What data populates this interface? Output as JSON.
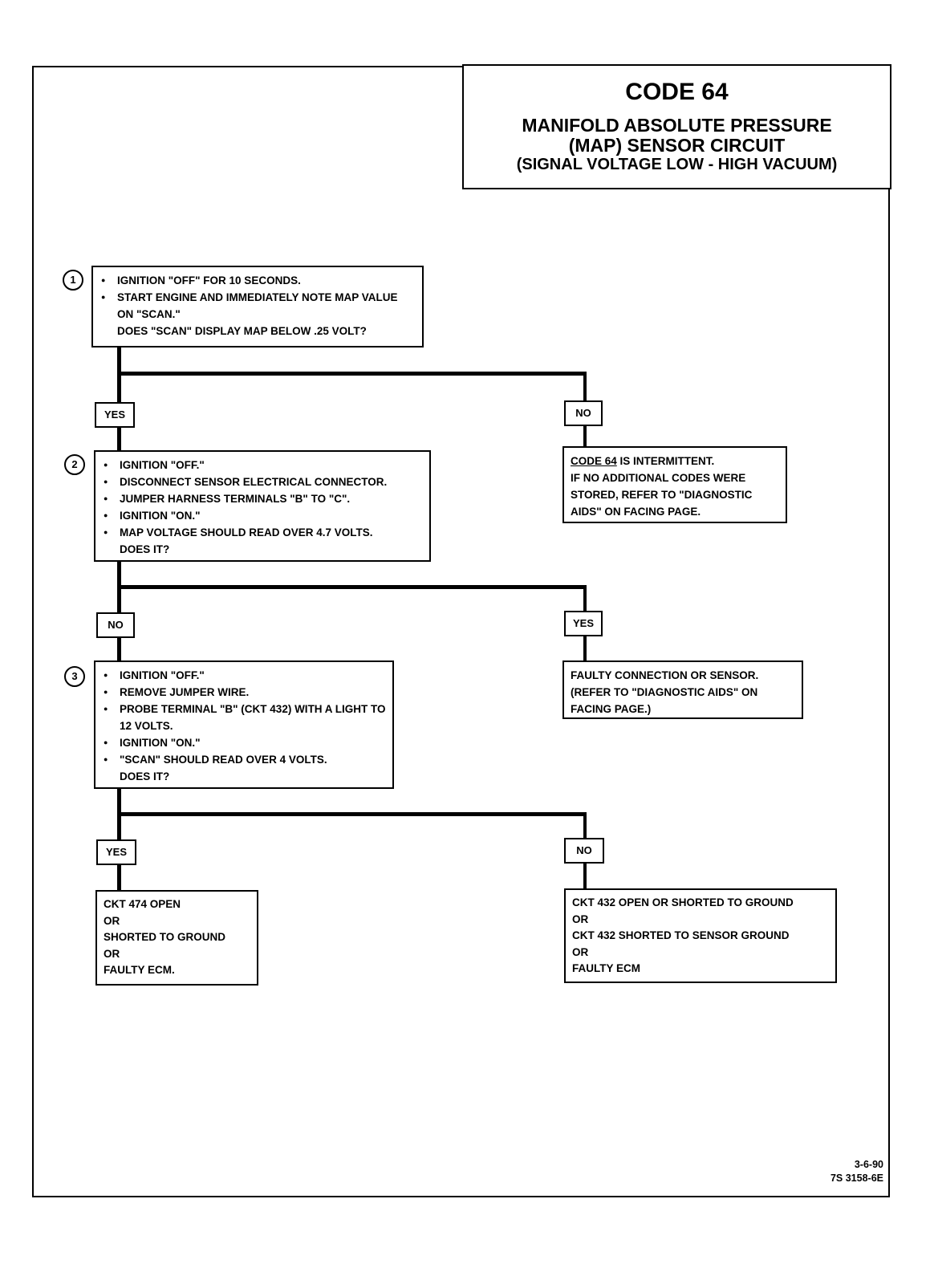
{
  "header": {
    "code": "CODE 64",
    "line1": "MANIFOLD ABSOLUTE PRESSURE",
    "line2": "(MAP) SENSOR CIRCUIT",
    "line3": "(SIGNAL VOLTAGE LOW - HIGH VACUUM)"
  },
  "steps": [
    {
      "number": "1",
      "items": [
        "IGNITION \"OFF\" FOR 10 SECONDS.",
        "START ENGINE AND IMMEDIATELY NOTE MAP VALUE ON \"SCAN.\""
      ],
      "question": "DOES \"SCAN\" DISPLAY MAP BELOW .25 VOLT?",
      "left_label": "YES",
      "right_label": "NO"
    },
    {
      "number": "2",
      "items": [
        "IGNITION \"OFF.\"",
        "DISCONNECT SENSOR ELECTRICAL CONNECTOR.",
        "JUMPER HARNESS TERMINALS \"B\" TO \"C\".",
        "IGNITION \"ON.\"",
        "MAP VOLTAGE SHOULD READ OVER 4.7 VOLTS."
      ],
      "question": "DOES IT?",
      "left_label": "NO",
      "right_label": "YES"
    },
    {
      "number": "3",
      "items": [
        "IGNITION \"OFF.\"",
        "REMOVE JUMPER WIRE.",
        "PROBE TERMINAL \"B\" (CKT 432) WITH A LIGHT TO 12 VOLTS.",
        "IGNITION \"ON.\"",
        "\"SCAN\" SHOULD READ OVER 4 VOLTS."
      ],
      "question": "DOES IT?",
      "left_label": "YES",
      "right_label": "NO"
    }
  ],
  "outcomes": {
    "intermittent": {
      "code": "CODE 64",
      "rest": " IS INTERMITTENT.",
      "text": "IF NO ADDITIONAL CODES WERE STORED, REFER TO \"DIAGNOSTIC AIDS\" ON FACING PAGE."
    },
    "faulty_connection": "FAULTY CONNECTION OR SENSOR. (REFER TO \"DIAGNOSTIC AIDS\" ON FACING PAGE.)",
    "ckt474": [
      "CKT 474 OPEN",
      "OR",
      "SHORTED TO GROUND",
      "OR",
      "FAULTY ECM."
    ],
    "ckt432": [
      "CKT 432 OPEN OR SHORTED TO GROUND",
      "OR",
      "CKT 432 SHORTED TO SENSOR GROUND",
      "OR",
      "FAULTY ECM"
    ]
  },
  "footer": {
    "line1": "3-6-90",
    "line2": "7S 3158-6E"
  }
}
